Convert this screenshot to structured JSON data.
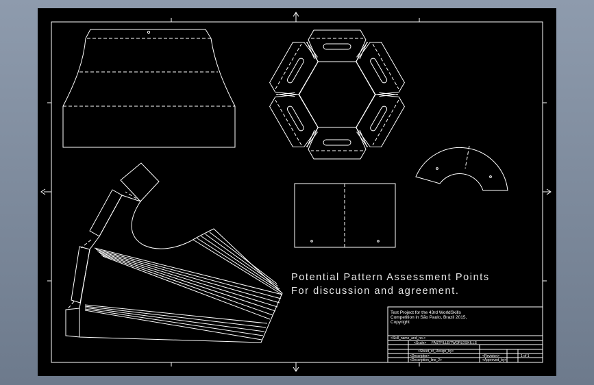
{
  "annotation": {
    "line1": "Potential Pattern Assessment Points",
    "line2": "For discussion and agreement."
  },
  "title_block": {
    "line1": "Test Project for the 43rd WorldSkills",
    "line2": "Competition in São Paulo, Brazil 2015,",
    "line3": "Copyright",
    "skill_name": "<Skill_name_and_no.>",
    "scale_label": "<Scale>",
    "drawing_title": "FASTFILLE/TWORLDSKILLS",
    "sheet_label": "<Sheet_of_Design_by>",
    "descriptor": "<Descriptor>",
    "revision": "<Revision>",
    "description_line": "<Description_line_2>",
    "approved_by": "<Approved_by>",
    "sheet_no": "1 of 1"
  },
  "colors": {
    "background": "#8e9bad",
    "sheet": "#000000",
    "line": "#ffffff"
  }
}
